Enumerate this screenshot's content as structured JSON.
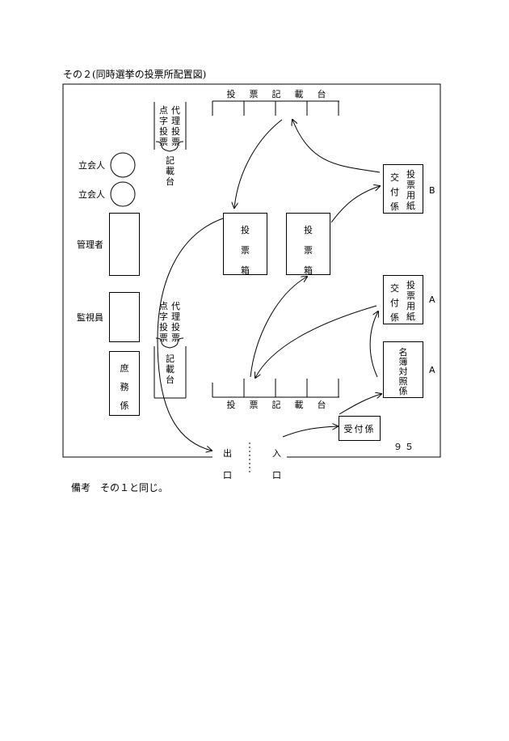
{
  "heading": "その２(同時選挙の投票所配置図)",
  "note": "備考　その１と同じ。",
  "labels": {
    "tachiainin_1": "立会人",
    "tachiainin_2": "立会人",
    "kanrisha": "管理者",
    "kanshiin": "監視員",
    "shomu": [
      "庶",
      "務",
      "係"
    ],
    "booth_top": [
      "投",
      "票",
      "記",
      "載",
      "台"
    ],
    "booth_bottom": [
      "投",
      "票",
      "記",
      "載",
      "台"
    ],
    "ballot_box_1": [
      "投",
      "票",
      "箱"
    ],
    "ballot_box_2": [
      "投",
      "票",
      "箱"
    ],
    "tenji_col1": [
      "点",
      "字",
      "投",
      "票"
    ],
    "tenji_col2": [
      "代",
      "理",
      "投",
      "票"
    ],
    "kisaidai_small": [
      "記",
      "載",
      "台"
    ],
    "kofu_b_left": [
      "交",
      "付",
      "係"
    ],
    "kofu_b_right": [
      "投",
      "票",
      "用",
      "紙"
    ],
    "kofu_a_left": [
      "交",
      "付",
      "係"
    ],
    "kofu_a_right": [
      "投",
      "票",
      "用",
      "紙"
    ],
    "meibo": [
      "名",
      "簿",
      "対",
      "照",
      "係"
    ],
    "uketsuke": "受付係",
    "mark_b": "B",
    "mark_a1": "A",
    "mark_a2": "A",
    "deguchi": [
      "出",
      "口"
    ],
    "iriguchi": [
      "入",
      "口"
    ],
    "page_number": "９５"
  }
}
